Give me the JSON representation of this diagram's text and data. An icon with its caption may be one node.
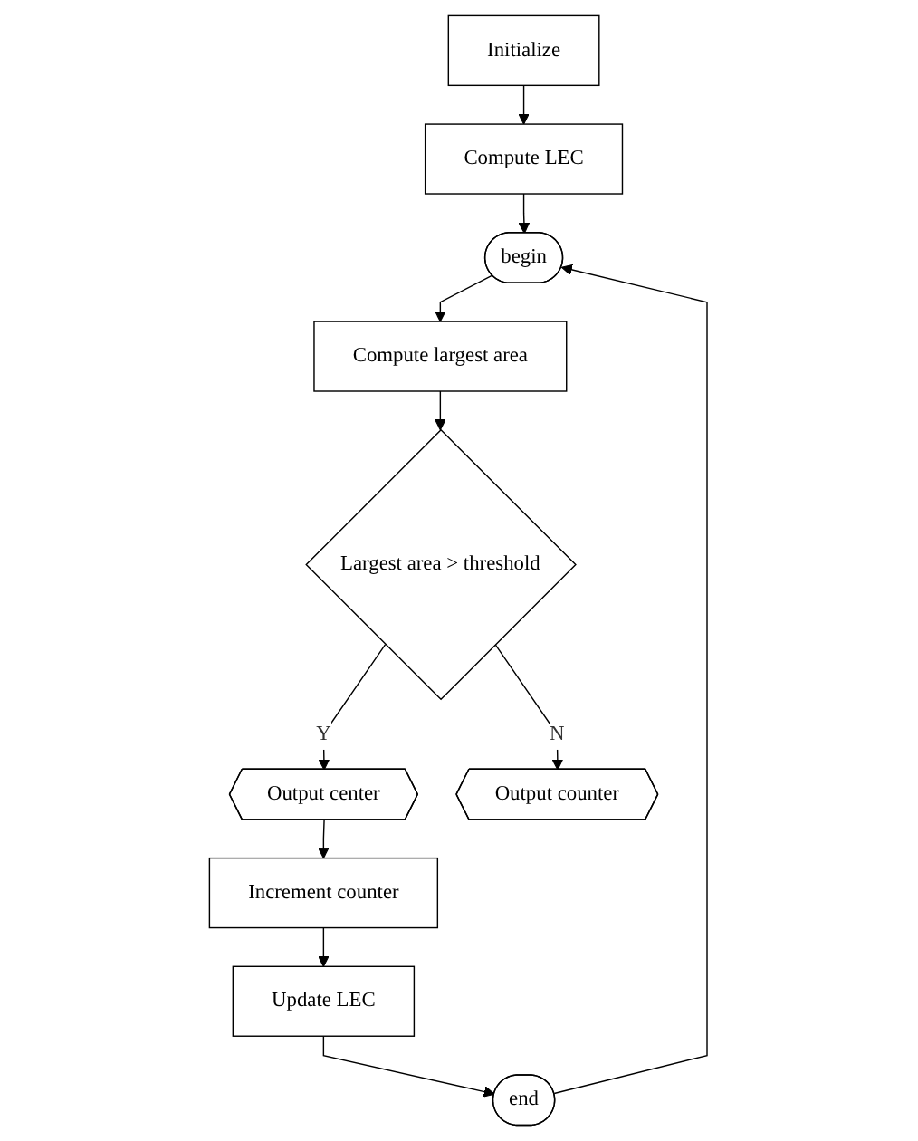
{
  "diagram": {
    "nodes": [
      {
        "text": [
          "Initialize"
        ]
      },
      {
        "text": [
          "Compute LEC"
        ]
      },
      {
        "text": [
          "begin"
        ]
      },
      {
        "text": [
          "Compute largest area"
        ]
      },
      {
        "text": [
          "Largest area > threshold"
        ]
      },
      {
        "text": [
          "Output center"
        ]
      },
      {
        "text": [
          "Increment counter"
        ]
      },
      {
        "text": [
          "Update LEC"
        ]
      },
      {
        "text": [
          "end"
        ]
      },
      {
        "text": [
          "Output counter"
        ]
      }
    ],
    "edges": [
      {
        "from": 0,
        "to": 1,
        "arrow": "to"
      },
      {
        "from": 1,
        "to": 2,
        "arrow": "to"
      },
      {
        "from": 2,
        "to": 3,
        "arrow": "to"
      },
      {
        "from": 3,
        "to": 4,
        "arrow": "to"
      },
      {
        "from": 4,
        "to": 5,
        "arrow": "to",
        "label": "Y"
      },
      {
        "from": 5,
        "to": 6,
        "arrow": "to"
      },
      {
        "from": 6,
        "to": 7,
        "arrow": "to"
      },
      {
        "from": 7,
        "to": 8,
        "arrow": "to"
      },
      {
        "from": 8,
        "to": 2,
        "arrow": "to"
      },
      {
        "from": 4,
        "to": 9,
        "arrow": "to",
        "label": "N"
      }
    ]
  }
}
